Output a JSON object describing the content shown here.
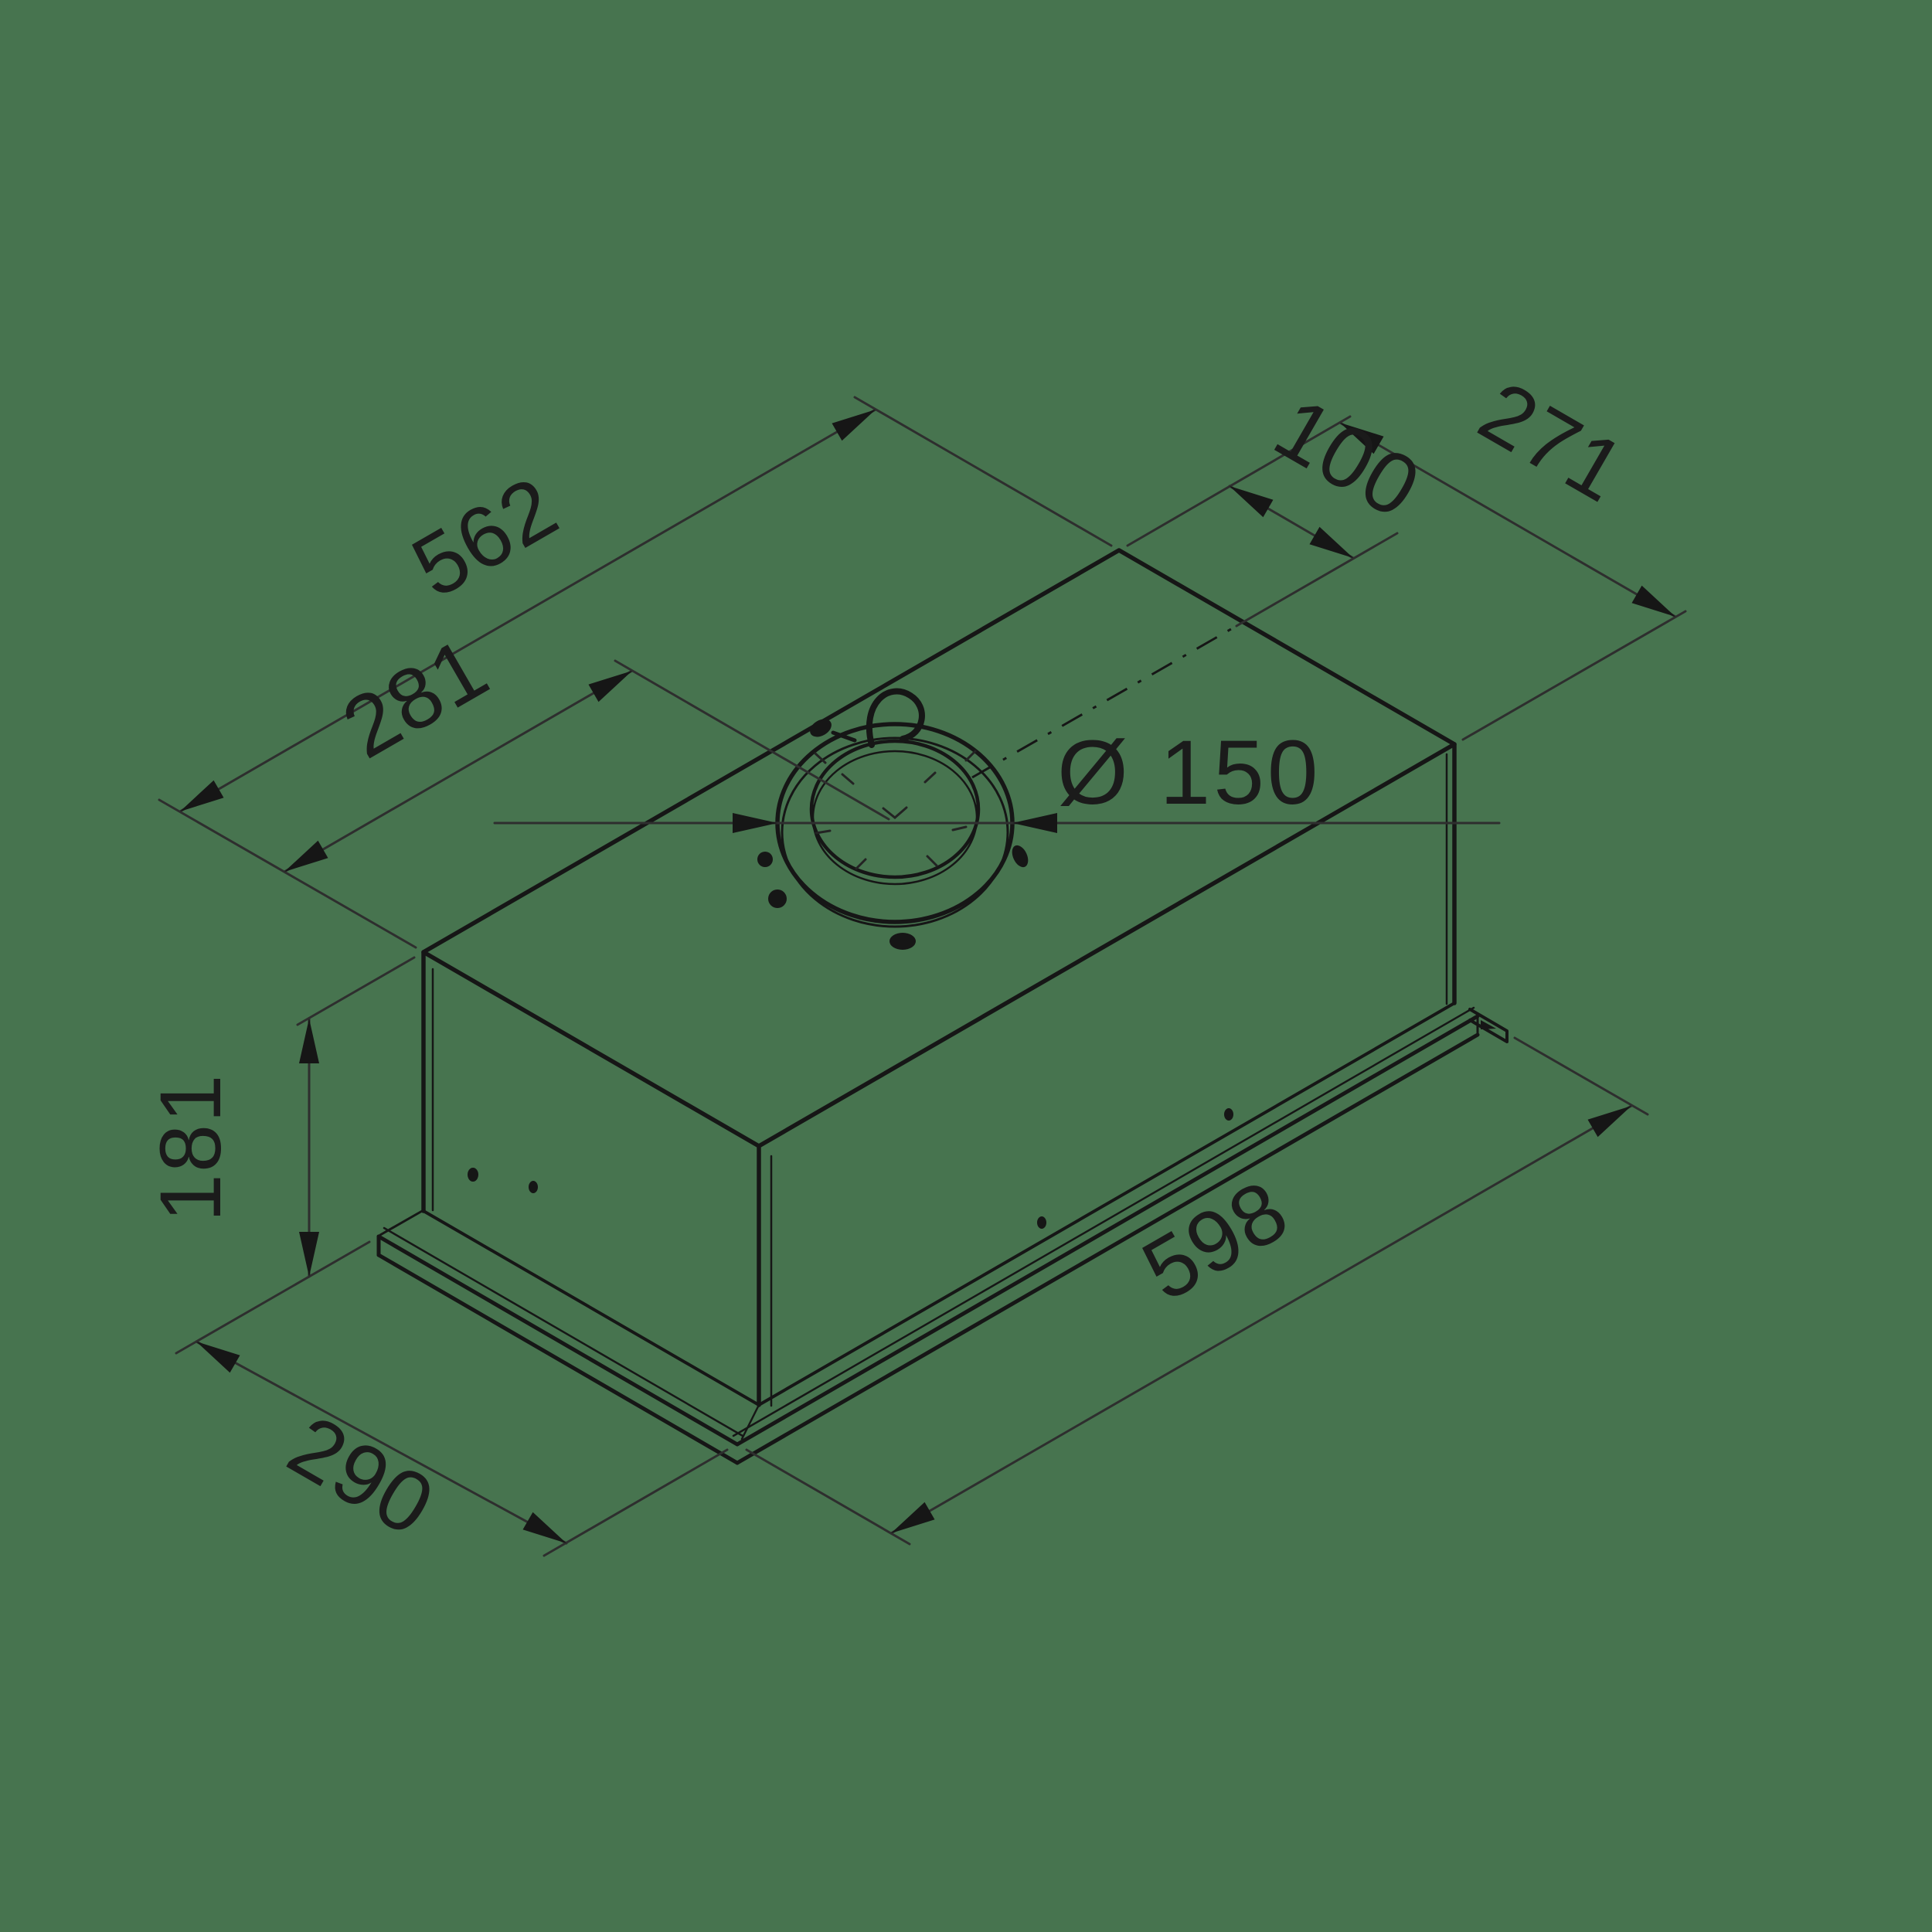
{
  "diagram": {
    "type": "isometric dimensional technical drawing",
    "subject": "built-in cooker hood / extractor unit with top exhaust duct",
    "units": "mm",
    "background_color": "#47744F",
    "line_color": "#161616",
    "label_color": "#1b1b1b",
    "dimensions": {
      "top_body_width": "562",
      "duct_offset_from_left": "281",
      "top_body_depth": "271",
      "duct_offset_from_rear": "100",
      "duct_diameter": "Ø 150",
      "body_height": "181",
      "base_frame_depth": "290",
      "base_frame_width": "598"
    }
  }
}
